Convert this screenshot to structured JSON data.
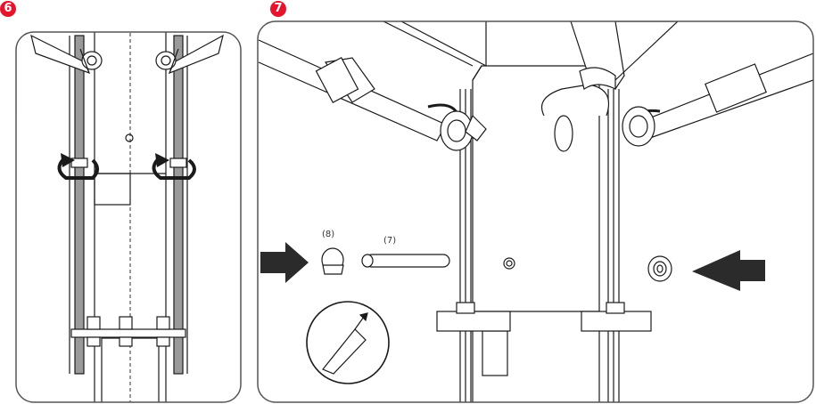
{
  "steps": [
    {
      "number": "6"
    },
    {
      "number": "7"
    }
  ],
  "callouts": {
    "part_8": "(8)",
    "part_7": "(7)"
  },
  "colors": {
    "badge": "#e5152d",
    "outline": "#1a1a1a",
    "panel_border": "#555555",
    "rod_fill": "#9a9a9a",
    "arrow": "#2b2b2b"
  },
  "icons": [
    "rotate-cw-arrow-icon",
    "insert-arrow-icon",
    "glue-tube-icon"
  ]
}
